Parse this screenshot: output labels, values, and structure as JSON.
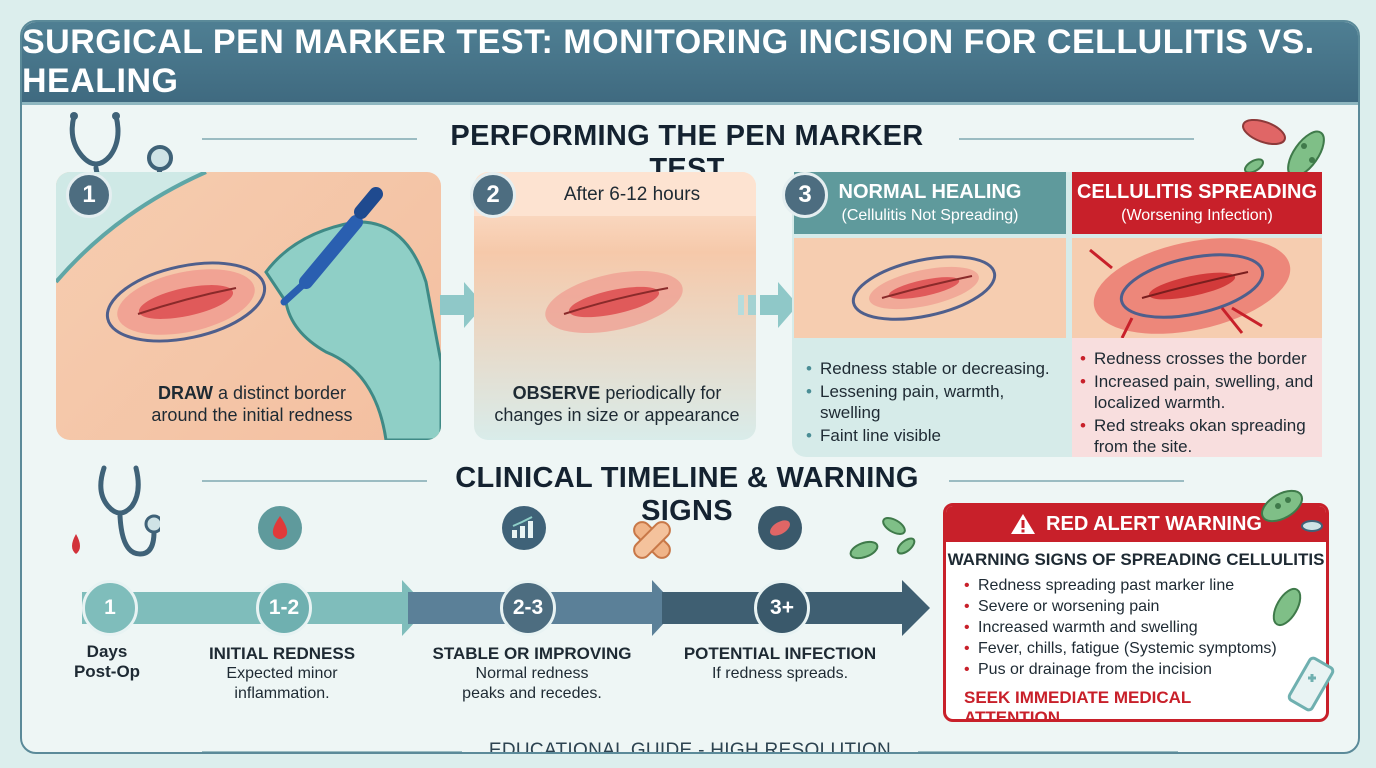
{
  "title": "SURGICAL PEN MARKER TEST: MONITORING INCISION FOR CELLULITIS VS. HEALING",
  "section1": {
    "heading": "PERFORMING THE PEN MARKER TEST",
    "step1": {
      "number": "1",
      "caption_bold": "DRAW",
      "caption_line1_rest": " a distinct border",
      "caption_line2": "around the initial redness"
    },
    "step2": {
      "number": "2",
      "header": "After 6-12 hours",
      "caption_bold": "OBSERVE",
      "caption_line1_rest": " periodically for",
      "caption_line2": "changes in size or appearance"
    },
    "step3": {
      "number": "3",
      "normal": {
        "heading": "NORMAL HEALING",
        "subheading": "(Cellulitis Not Spreading)",
        "bullets": [
          "Redness stable or decreasing.",
          "Lessening pain, warmth, swelling",
          "Faint line visible"
        ]
      },
      "cellulitis": {
        "heading": "CELLULITIS SPREADING",
        "subheading": "(Worsening Infection)",
        "bullets": [
          "Redness crosses the border",
          "Increased pain, swelling, and localized warmth.",
          "Red streaks okan spreading from the site."
        ]
      }
    }
  },
  "section2": {
    "heading": "CLINICAL TIMELINE & WARNING SIGNS",
    "timeline": [
      {
        "node": "1",
        "title": "Days",
        "desc": "Post-Op"
      },
      {
        "node": "1-2",
        "title": "INITIAL REDNESS",
        "desc": "Expected minor inflammation."
      },
      {
        "node": "2-3",
        "title": "STABLE OR IMPROVING",
        "desc": "Normal redness peaks and recedes."
      },
      {
        "node": "3+",
        "title": "POTENTIAL INFECTION",
        "desc": "If redness spreads."
      }
    ],
    "alert": {
      "header": "RED ALERT WARNING",
      "subtitle": "WARNING SIGNS OF SPREADING CELLULITIS",
      "bullets": [
        "Redness spreading past marker line",
        "Severe or worsening pain",
        "Increased warmth and swelling",
        "Fever, chills, fatigue (Systemic symptoms)",
        "Pus or drainage from the incision"
      ],
      "action": "SEEK IMMEDIATE MEDICAL ATTENTION"
    }
  },
  "footer": "EDUCATIONAL GUIDE - HIGH RESOLUTION",
  "colors": {
    "teal": "#6fb3b3",
    "slate": "#4d6d80",
    "alert_red": "#c8202a",
    "skin": "#f6c9aa",
    "wound": "#e85a5a"
  },
  "icons": [
    "stethoscope-icon",
    "bacteria-icon",
    "blood-drop-icon",
    "chart-icon",
    "bandage-icon",
    "warning-icon",
    "ointment-tube-icon",
    "gloved-hand-pen-icon"
  ]
}
